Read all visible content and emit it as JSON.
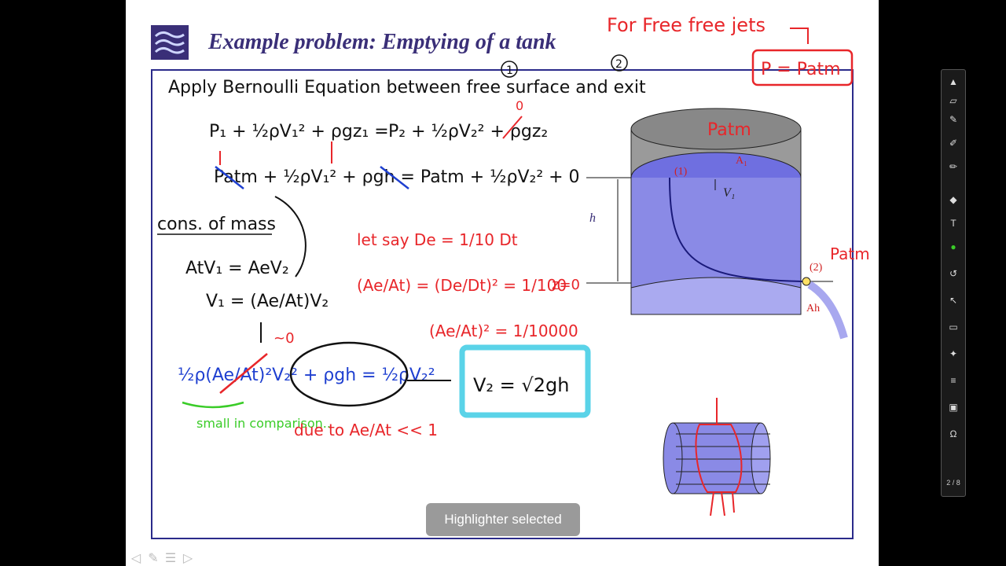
{
  "slide": {
    "title": "Example problem: Emptying of a tank"
  },
  "annotations": {
    "free_jets_note": "For Free free jets",
    "p_equals": "P = Patm",
    "apply_line": "Apply Bernoulli Equation between free surface and exit",
    "eq1_left": "P₁ + ½ρV₁² + ρgz₁ =",
    "eq1_right": "P₂ + ½ρV₂² + ρgz₂",
    "eq2": "Patm + ½ρV₁² + ρgh = Patm + ½ρV₂² + 0",
    "cons_mass": "cons. of mass",
    "mass_eq": "AtV₁ = AeV₂",
    "v1_eq": "V₁ = (Ae/At)V₂",
    "let_say": "let say De = 1/10 Dt",
    "ratio_eq": "(Ae/At) = (De/Dt)² = 1/100",
    "ratio_sq": "(Ae/At)² = 1/10000",
    "big_eq": "½ρ(Ae/At)²V₂² + ρgh = ½ρV₂²",
    "approx_zero": "~0",
    "result": "V₂ = √2gh",
    "small_note": "small in comparison..",
    "due_to": "due to  Ae/At << 1",
    "circle_1": "1",
    "circle_2": "2",
    "zero_sup": "0"
  },
  "diagram": {
    "patm_top": "Patm",
    "patm_right": "Patm",
    "label_1": "(1)",
    "label_2": "(2)",
    "A1": "A₁",
    "V1": "V₁",
    "h": "h",
    "z0": "z=0",
    "Ah": "Ah"
  },
  "toast": "Highlighter selected",
  "toolbar": {
    "page_indicator": "2 / 8",
    "tools": [
      "pointer-icon",
      "eraser-icon",
      "pen-icon",
      "highlighter-icon",
      "marker-icon",
      "shape-icon",
      "text-icon",
      "color-icon",
      "undo-icon",
      "cursor-icon",
      "whiteboard-icon",
      "laser-icon",
      "menu-icon",
      "screen-icon",
      "record-icon"
    ]
  },
  "colors": {
    "title": "#3a2f78",
    "frame": "#2a2a8a",
    "ink_black": "#111111",
    "ink_red": "#e8262a",
    "ink_blue": "#1e3fd0",
    "ink_green": "#3acc28",
    "highlight_cyan": "#5ad3e8",
    "tank_fill": "#8a8ae6"
  }
}
